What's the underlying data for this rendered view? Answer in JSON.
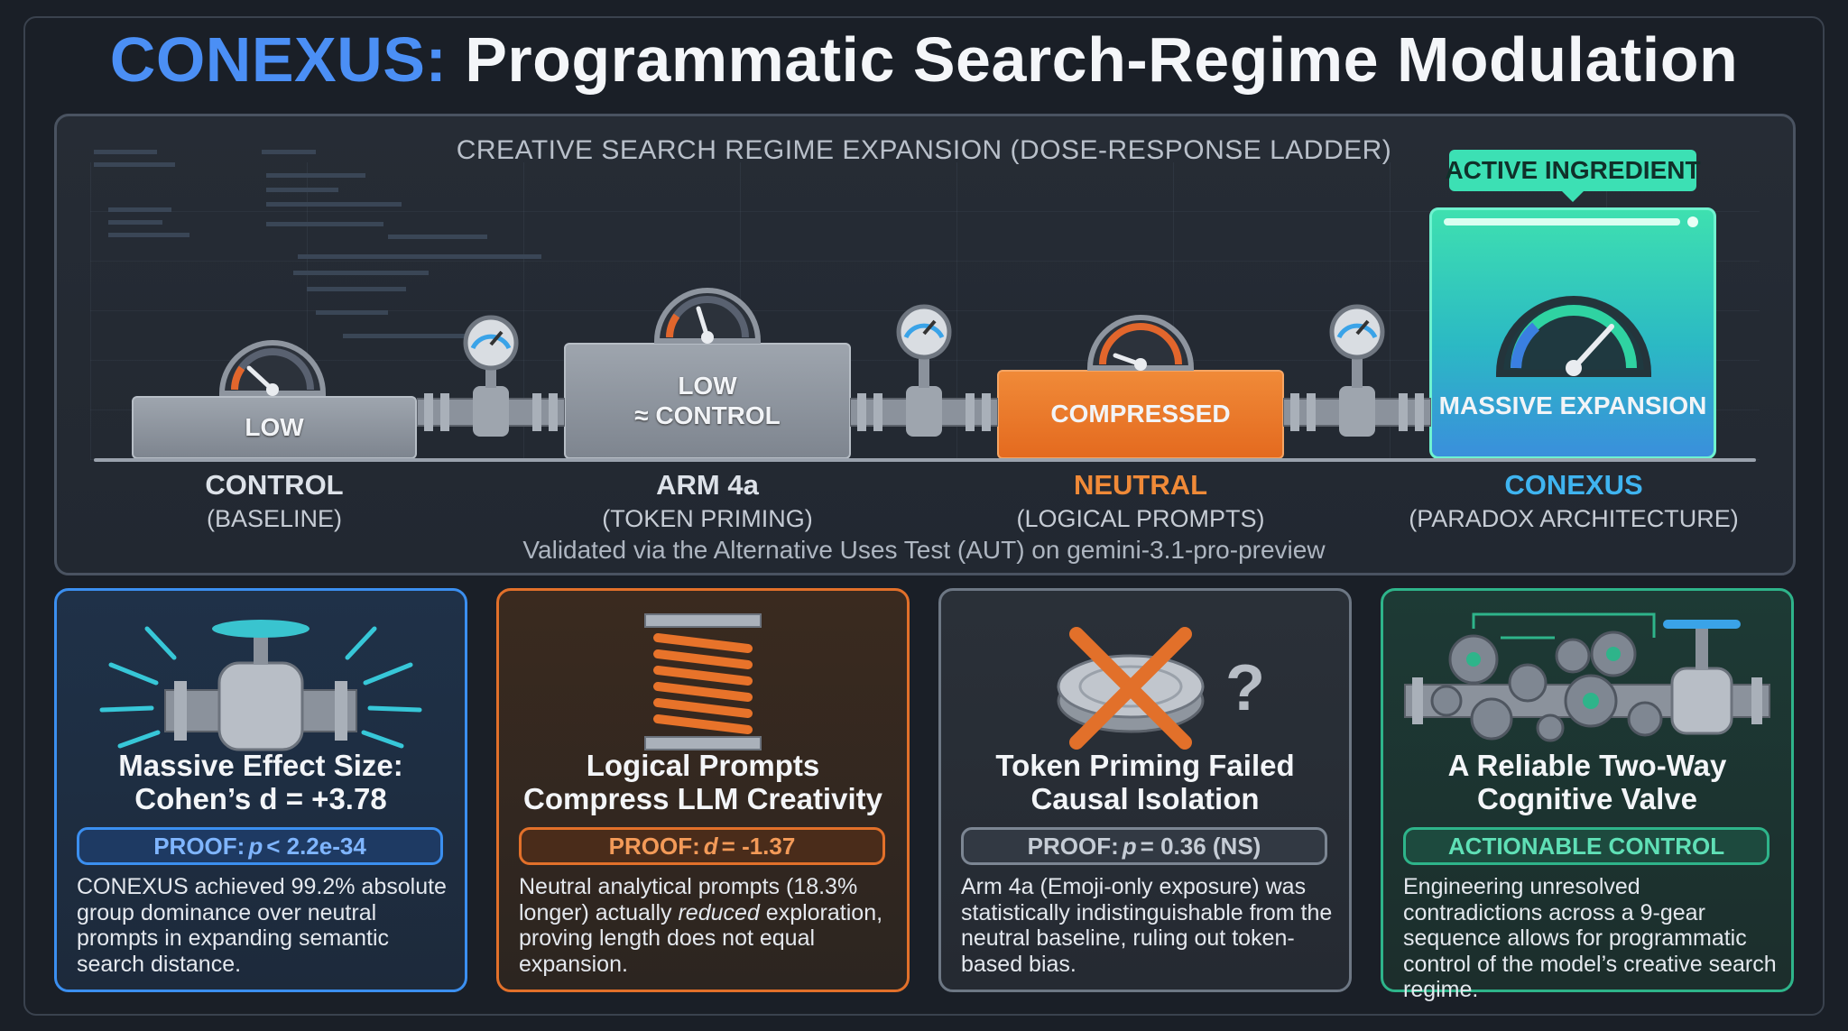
{
  "title": {
    "brand": "CONEXUS:",
    "rest": " Programmatic Search-Regime Modulation"
  },
  "ladder": {
    "heading": "CREATIVE SEARCH REGIME EXPANSION (DOSE-RESPONSE LADDER)",
    "badge": "ACTIVE INGREDIENT",
    "validated": "Validated via the Alternative Uses Test (AUT) on gemini-3.1-pro-preview",
    "arms": [
      {
        "level": "LOW",
        "name": "CONTROL",
        "sub": "(BASELINE)"
      },
      {
        "level": "LOW\n≈ CONTROL",
        "name": "ARM 4a",
        "sub": "(TOKEN PRIMING)"
      },
      {
        "level": "COMPRESSED",
        "name": "NEUTRAL",
        "sub": "(LOGICAL PROMPTS)"
      },
      {
        "level": "MASSIVE EXPANSION",
        "name": "CONEXUS",
        "sub": "(PARADOX ARCHITECTURE)"
      }
    ]
  },
  "cards": [
    {
      "title": "Massive Effect Size:\nCohen’s d = +3.78",
      "proof_prefix": "PROOF:",
      "proof_var": "p",
      "proof_rest": "< 2.2e-34",
      "body_pre": "CONEXUS achieved 99.2% absolute group dominance over neutral prompts in expanding semantic search distance.",
      "body_em": "",
      "body_post": ""
    },
    {
      "title": "Logical Prompts\nCompress LLM Creativity",
      "proof_prefix": "PROOF:",
      "proof_var": "d",
      "proof_rest": "= -1.37",
      "body_pre": "Neutral analytical prompts (18.3% longer) actually ",
      "body_em": "reduced",
      "body_post": " exploration, proving length does not equal expansion."
    },
    {
      "title": "Token Priming Failed\nCausal Isolation",
      "proof_prefix": "PROOF:",
      "proof_var": "p",
      "proof_rest": "= 0.36 (NS)",
      "body_pre": "Arm 4a (Emoji-only exposure) was statistically indistinguishable from the neutral baseline, ruling out token-based bias.",
      "body_em": "",
      "body_post": ""
    },
    {
      "title": "A Reliable Two-Way\nCognitive Valve",
      "proof_prefix": "ACTIONABLE CONTROL",
      "proof_var": "",
      "proof_rest": "",
      "body_pre": "Engineering unresolved contradictions across a 9-gear sequence allows for programmatic control of the model’s creative search regime.",
      "body_em": "",
      "body_post": ""
    }
  ],
  "colors": {
    "brand": "#4b8ff5",
    "neutral": "#f08a38",
    "conexus": "#3fb4f0",
    "active": "#3ce0b4"
  }
}
